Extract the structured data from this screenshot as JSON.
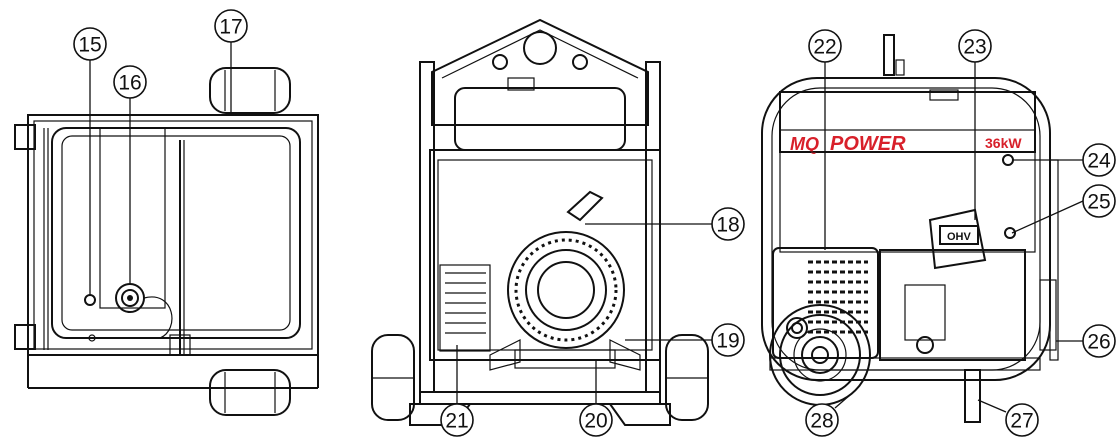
{
  "callouts": [
    "15",
    "16",
    "17",
    "18",
    "19",
    "20",
    "21",
    "22",
    "23",
    "24",
    "25",
    "26",
    "27",
    "28"
  ],
  "brand": {
    "logo": "MQ",
    "name": "POWER",
    "rating": "36kW",
    "color": "#d8202a"
  },
  "engine_badge": "OHV"
}
